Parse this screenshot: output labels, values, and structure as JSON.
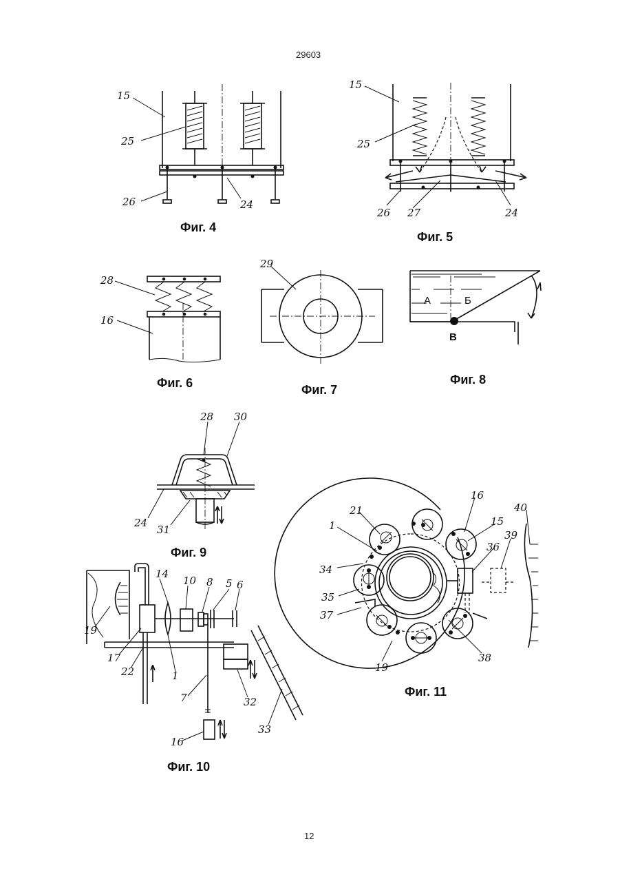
{
  "header": {
    "doc_number": "29603"
  },
  "footer": {
    "page_number": "12"
  },
  "figures": [
    {
      "caption": "Фиг. 4",
      "labels": [
        "15",
        "25",
        "26",
        "24"
      ]
    },
    {
      "caption": "Фиг. 5",
      "labels": [
        "15",
        "25",
        "26",
        "27",
        "24"
      ]
    },
    {
      "caption": "Фиг. 6",
      "labels": [
        "28",
        "16"
      ]
    },
    {
      "caption": "Фиг. 7",
      "labels": [
        "29"
      ]
    },
    {
      "caption": "Фиг. 8",
      "labels": [
        "А",
        "Б",
        "В"
      ]
    },
    {
      "caption": "Фиг. 9",
      "labels": [
        "28",
        "30",
        "24",
        "31"
      ]
    },
    {
      "caption": "Фиг. 10",
      "labels": [
        "19",
        "14",
        "10",
        "8",
        "5",
        "6",
        "17",
        "22",
        "1",
        "7",
        "32",
        "33",
        "16"
      ]
    },
    {
      "caption": "Фиг. 11",
      "labels": [
        "21",
        "16",
        "1",
        "15",
        "40",
        "39",
        "36",
        "34",
        "35",
        "37",
        "19",
        "38"
      ]
    }
  ]
}
